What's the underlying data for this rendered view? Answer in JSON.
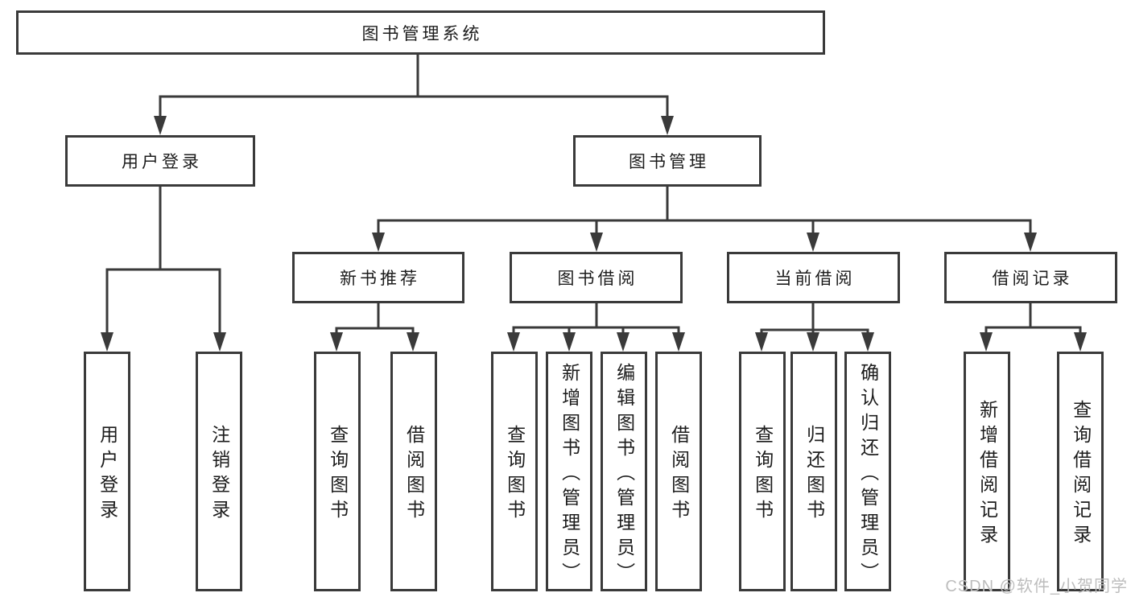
{
  "diagram": {
    "root": {
      "label": "图书管理系统"
    },
    "branches": [
      {
        "label": "用户登录",
        "children": [
          "用户登录",
          "注销登录"
        ]
      },
      {
        "label": "图书管理",
        "children": [
          {
            "label": "新书推荐",
            "children": [
              "查询图书",
              "借阅图书"
            ]
          },
          {
            "label": "图书借阅",
            "children": [
              "查询图书",
              "新增图书（管理员）",
              "编辑图书（管理员）",
              "借阅图书"
            ]
          },
          {
            "label": "当前借阅",
            "children": [
              "查询图书",
              "归还图书",
              "确认归还（管理员）"
            ]
          },
          {
            "label": "借阅记录",
            "children": [
              "新增借阅记录",
              "查询借阅记录"
            ]
          }
        ]
      }
    ]
  },
  "watermark": "CSDN @软件_小贺同学",
  "colors": {
    "line": "#3a3a3a",
    "text": "#1c1c1c",
    "watermark": "#bdbdbd",
    "background": "#ffffff"
  }
}
